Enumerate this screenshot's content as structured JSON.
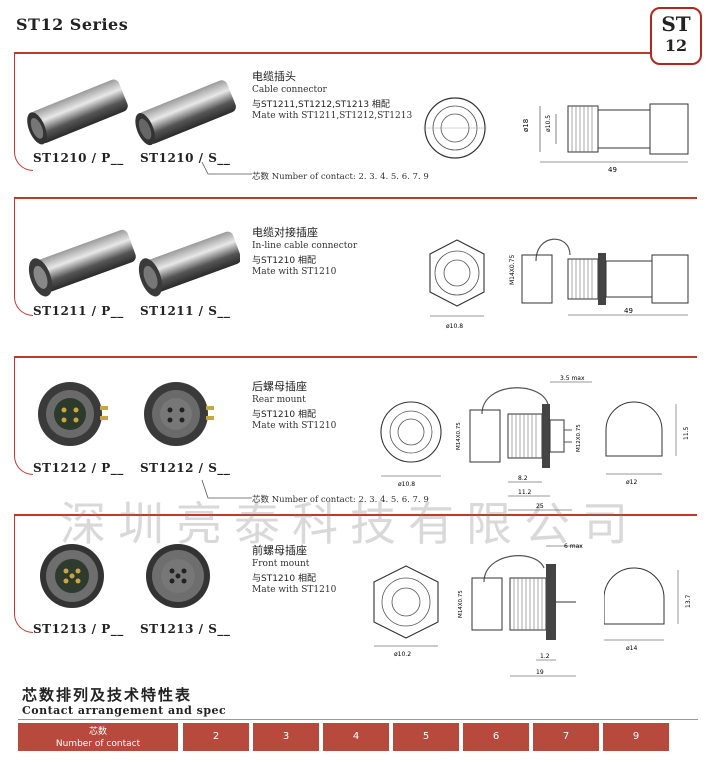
{
  "header": {
    "series": "ST12 Series",
    "badge_top": "ST",
    "badge_bottom": "12"
  },
  "sections": [
    {
      "models": [
        "ST1210 / P__",
        "ST1210 / S__"
      ],
      "zh": "电缆插头",
      "en": [
        "Cable connector"
      ],
      "mate_zh": "与ST1211,ST1212,ST1213 相配",
      "mate_en": "Mate with ST1211,ST1212,ST1213",
      "dims": {
        "d1": "ø18",
        "d2": "ø10.5",
        "len": "49"
      }
    },
    {
      "models": [
        "ST1211 / P__",
        "ST1211 / S__"
      ],
      "zh": "电缆对接插座",
      "en": [
        "In-line cable connector"
      ],
      "mate_zh": "与ST1210 相配",
      "mate_en": "Mate with ST1210",
      "dims": {
        "d1": "ø10.8",
        "thread": "M14X0.75",
        "len": "49"
      }
    },
    {
      "models": [
        "ST1212 / P__",
        "ST1212 / S__"
      ],
      "zh": "后螺母插座",
      "en": [
        "Rear mount"
      ],
      "mate_zh": "与ST1210 相配",
      "mate_en": "Mate with ST1210",
      "dims": {
        "d1": "ø10.8",
        "thread1": "M14X0.75",
        "thread2": "M12X0.75",
        "max": "3.5 max",
        "a": "8.2",
        "b": "11.2",
        "c": "25",
        "d": "ø12",
        "h": "11.5"
      }
    },
    {
      "models": [
        "ST1213 / P__",
        "ST1213 / S__"
      ],
      "zh": "前螺母插座",
      "en": [
        "Front mount"
      ],
      "mate_zh": "与ST1210 相配",
      "mate_en": "Mate with ST1210",
      "dims": {
        "d1": "ø10.2",
        "thread": "M14X0.75",
        "max": "6 max",
        "a": "1.2",
        "b": "19",
        "d": "ø14",
        "h": "13.7"
      }
    }
  ],
  "contacts_line": "芯数 Number of contact: 2. 3. 4. 5. 6. 7. 9",
  "contacts_line2": "芯数 Number of contact: 2. 3. 4. 5. 6. 7. 9",
  "watermark": "深圳亮泰科技有限公司",
  "table": {
    "title_zh": "芯数排列及技术特性表",
    "title_en": "Contact arrangement and spec",
    "head_zh": "芯数",
    "head_en": "Number of contact",
    "counts": [
      "2",
      "3",
      "4",
      "5",
      "6",
      "7",
      "9"
    ]
  },
  "colors": {
    "accent": "#c0392b",
    "table_header": "#b84a3d"
  }
}
